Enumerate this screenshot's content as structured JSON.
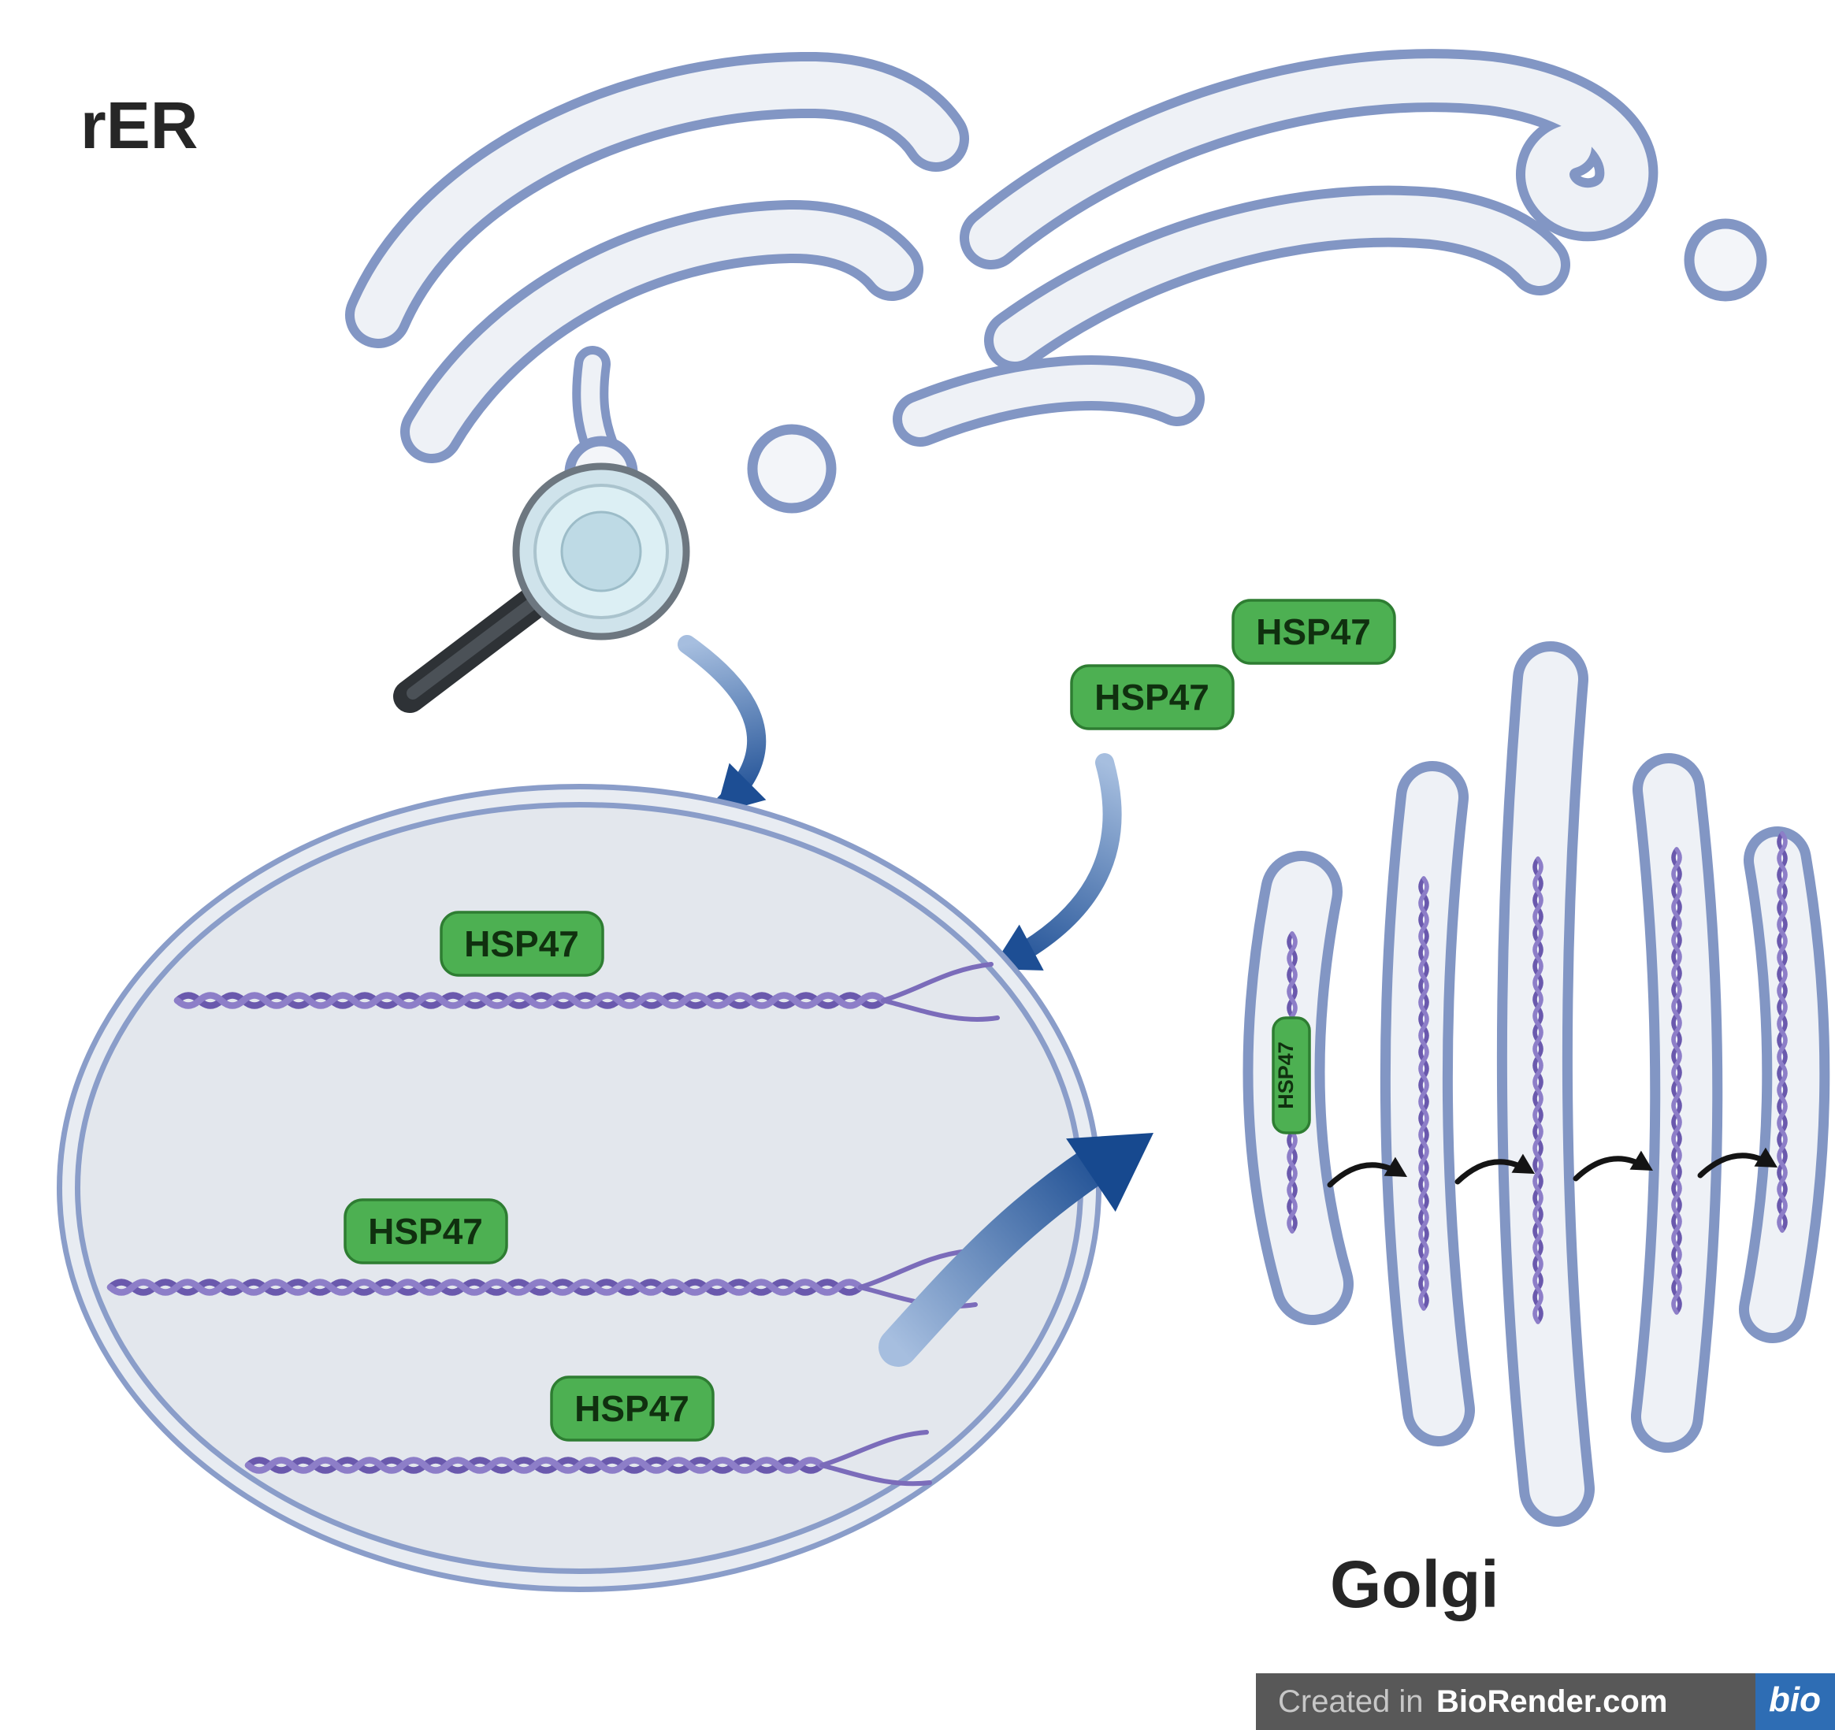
{
  "labels": {
    "rer": "rER",
    "golgi": "Golgi"
  },
  "badges": {
    "floating": [
      "HSP47",
      "HSP47"
    ],
    "vesicle": [
      "HSP47",
      "HSP47",
      "HSP47"
    ],
    "golgi": "HSP47"
  },
  "watermark": {
    "prefix": "Created in",
    "brand": "BioRender.com",
    "logo": "bio"
  },
  "colors": {
    "membrane_outline": "#8296c4",
    "membrane_fill": "#eef1f6",
    "lumen_fill": "#e3e7ed",
    "hsp47_green": "#4db052",
    "hsp47_border": "#2e7d32",
    "collagen_purple": "#6a59ad",
    "arrow_blue": "#1d4e94",
    "watermark_bar": "#585858",
    "biorender_blue": "#2e6db4"
  }
}
